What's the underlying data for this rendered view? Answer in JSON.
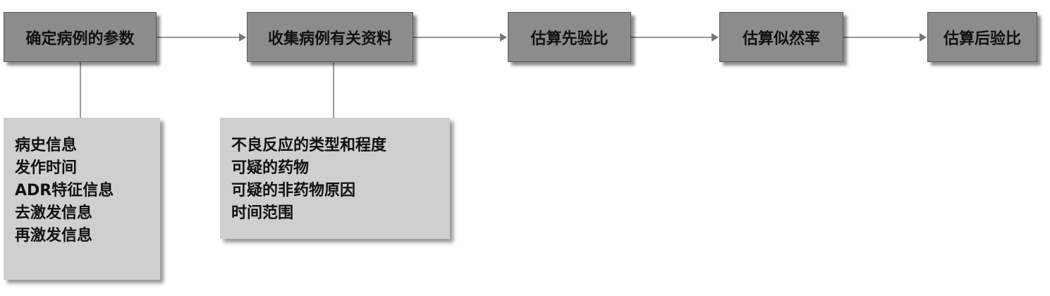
{
  "steps": [
    {
      "label": "确定病例的参数"
    },
    {
      "label": "收集病例有关资料"
    },
    {
      "label": "估算先验比"
    },
    {
      "label": "估算似然率"
    },
    {
      "label": "估算后验比"
    }
  ],
  "notes": [
    {
      "items": [
        "病史信息",
        "发作时间",
        "ADR特征信息",
        "去激发信息",
        "再激发信息"
      ]
    },
    {
      "items": [
        "不良反应的类型和程度",
        "可疑的药物",
        "可疑的非药物原因",
        "时间范围"
      ]
    }
  ],
  "colors": {
    "box": "#8c8c8c",
    "note": "#cfcfcf",
    "line": "#777777"
  }
}
